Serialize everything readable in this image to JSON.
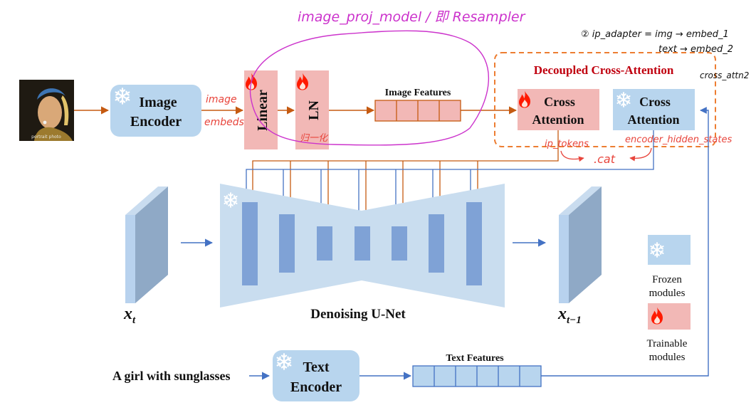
{
  "colors": {
    "frozen_fill": "#b8d5ee",
    "trainable_fill": "#f2b8b6",
    "orange_line": "#c55a11",
    "blue_line": "#4472c4",
    "title_red": "#c0000f",
    "annotation_magenta": "#cc33cc",
    "annotation_red": "#e8453c",
    "unet_fill": "#c9ddef",
    "unet_block": "#7fa2d6",
    "latent_front": "#8fa9c6",
    "latent_side": "#c9dcef"
  },
  "icons": {
    "frozen": "snowflake-icon",
    "trainable": "flame-icon",
    "input": "portrait-image"
  },
  "image_encoder": {
    "line1": "Image",
    "line2": "Encoder"
  },
  "linear_label": "Linear",
  "ln_label": "LN",
  "image_features_label": "Image Features",
  "decoupled_title": "Decoupled Cross-Attention",
  "cross_attn_trainable": {
    "line1": "Cross",
    "line2": "Attention"
  },
  "cross_attn_frozen": {
    "line1": "Cross",
    "line2": "Attention"
  },
  "unet_label": "Denoising U-Net",
  "latent_in": {
    "main": "x",
    "sub": "t"
  },
  "latent_out": {
    "main": "x",
    "sub": "t−1"
  },
  "legend": {
    "frozen_line1": "Frozen",
    "frozen_line2": "modules",
    "trainable_line1": "Trainable",
    "trainable_line2": "modules"
  },
  "prompt_text": "A girl with sunglasses",
  "text_encoder": {
    "line1": "Text",
    "line2": "Encoder"
  },
  "text_features_label": "Text Features",
  "annotations": {
    "top_note": "image_proj_model / 即 Resampler",
    "ip_adapter_line1": "② ip_adapter = img → embed_1",
    "ip_adapter_line2": "text → embed_2",
    "ip_adapter_line3": "cross_attn2",
    "image_embeds_line1": "image",
    "image_embeds_line2": "embeds",
    "ln_note": "归一化",
    "ip_tokens": "ip_tokens",
    "encoder_hidden_states": "encoder_hidden_states",
    "cat": ".cat"
  }
}
